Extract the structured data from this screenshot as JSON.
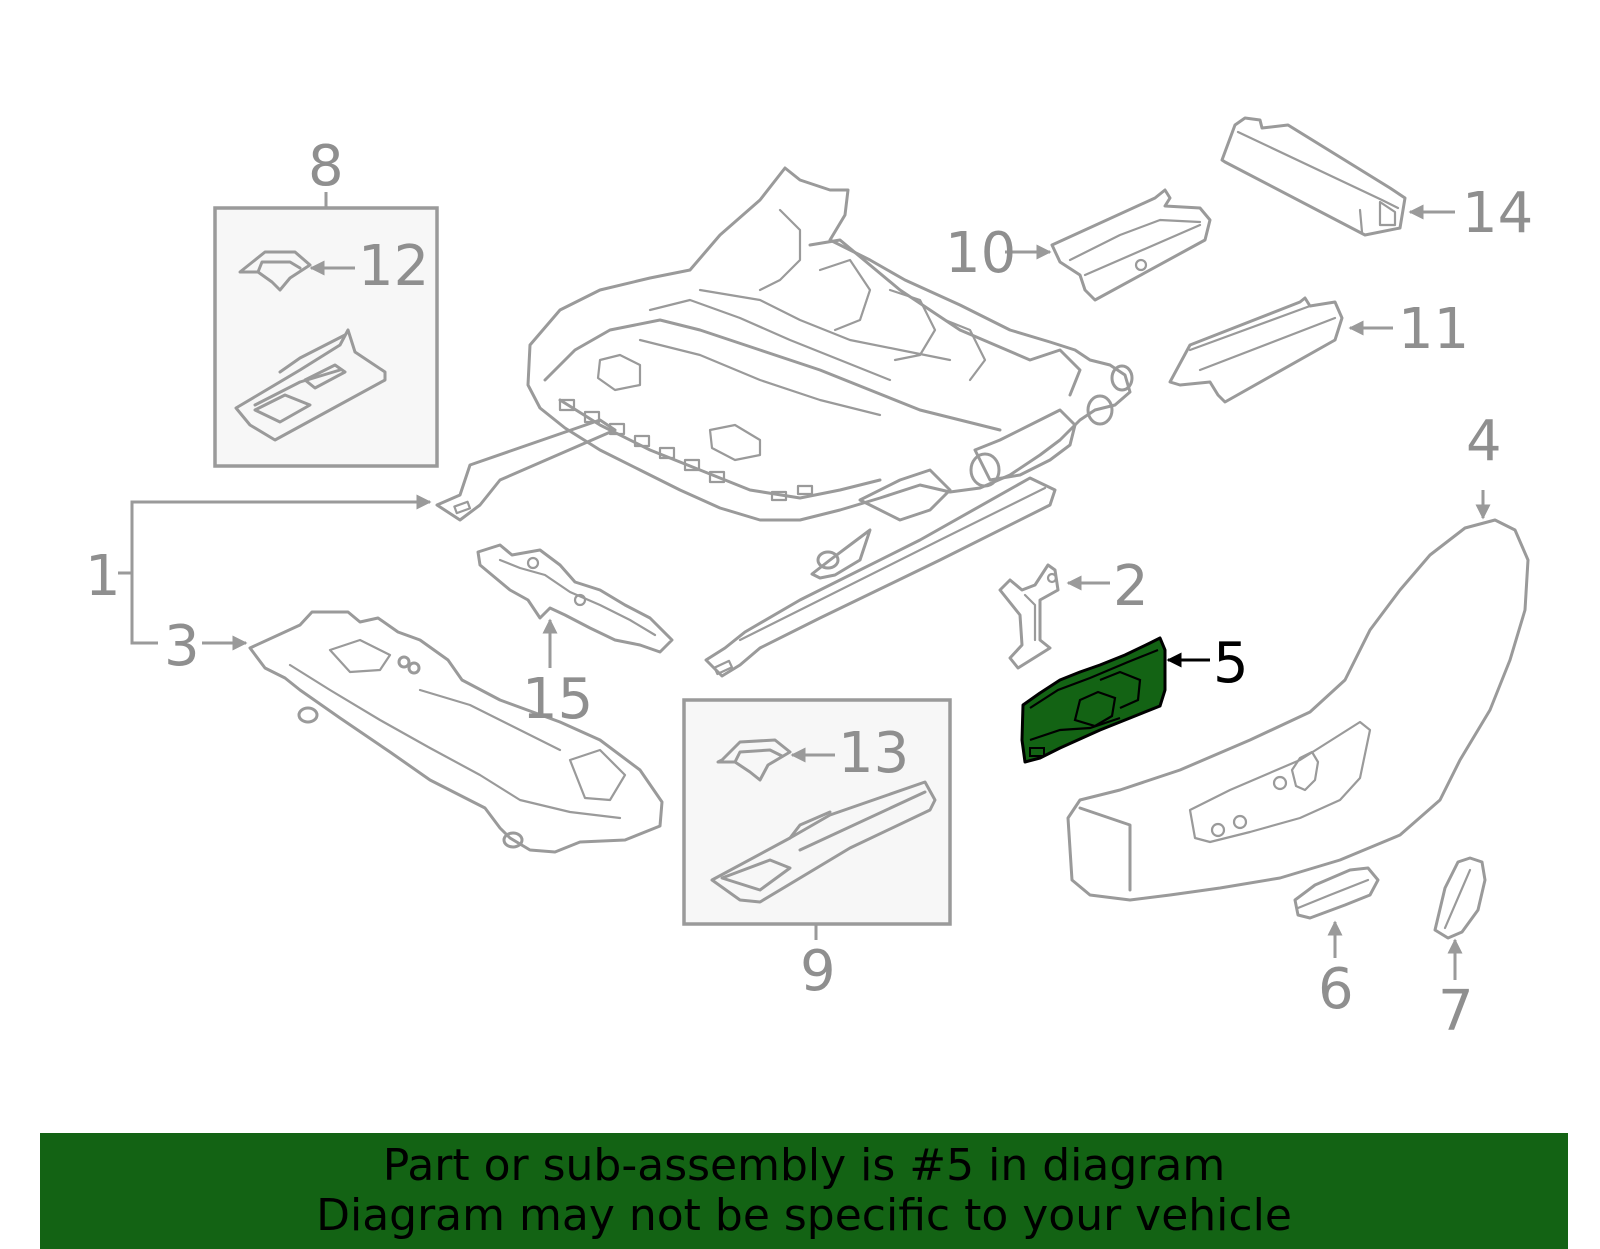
{
  "callouts": {
    "c1": "1",
    "c2": "2",
    "c3": "3",
    "c4": "4",
    "c5": "5",
    "c6": "6",
    "c7": "7",
    "c8": "8",
    "c9": "9",
    "c10": "10",
    "c11": "11",
    "c12": "12",
    "c13": "13",
    "c14": "14",
    "c15": "15"
  },
  "highlight": {
    "part": "5",
    "fill_color": "#136314",
    "banner_color": "#136314",
    "line_color": "#9a9a9a"
  },
  "banner": {
    "line1": "Part or sub-assembly is #5 in diagram",
    "line2": "Diagram may not be specific to your vehicle"
  }
}
